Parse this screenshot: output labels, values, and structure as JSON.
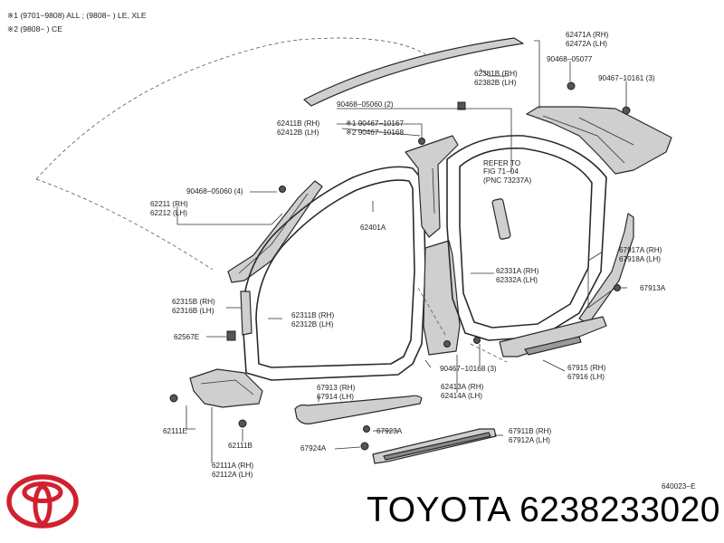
{
  "notes": {
    "line1": "※1  (9701−9808) ALL ;  (9808−       ) LE, XLE",
    "line2": "※2   (9808−       ) CE"
  },
  "labels": {
    "l62471": "62471A (RH)",
    "l62472": "62472A (LH)",
    "l62381": "62381B (RH)",
    "l62382": "62382B (LH)",
    "l90468_077": "90468−05077",
    "l90467_161": "90467−10161 (3)",
    "l90468_060_2": "90468−05060 (2)",
    "l62411": "62411B (RH)",
    "l62412": "62412B (LH)",
    "l90467_167": "※1  90467−10167",
    "l90467_168a": "※2  90467−10168",
    "l_refer1": "REFER TO",
    "l_refer2": "FIG 71−04",
    "l_refer3": "(PNC 73237A)",
    "l90468_060_4": "90468−05060 (4)",
    "l62211": "62211 (RH)",
    "l62212": "62212 (LH)",
    "l62401": "62401A",
    "l67917": "67917A (RH)",
    "l67918": "67918A (LH)",
    "l62331": "62331A (RH)",
    "l62332": "62332A (LH)",
    "l67913A": "67913A",
    "l62315": "62315B (RH)",
    "l62316": "62316B (LH)",
    "l62311": "62311B (RH)",
    "l62312": "62312B (LH)",
    "l62567": "62567E",
    "l90467_168b": "90467−10168 (3)",
    "l67915": "67915 (RH)",
    "l67916": "67916 (LH)",
    "l67913": "67913 (RH)",
    "l67914": "67914 (LH)",
    "l62413": "62413A (RH)",
    "l62414": "62414A (LH)",
    "l62111E": "62111E",
    "l62111B": "62111B",
    "l67923": "67923A",
    "l67911": "67911B (RH)",
    "l67912": "67912A (LH)",
    "l67924": "67924A",
    "l62111A": "62111A (RH)",
    "l62112A": "62112A (LH)",
    "l_fig": "640023−E"
  },
  "footer": {
    "title": "TOYOTA 6238233020"
  },
  "colors": {
    "line": "#333333",
    "part_fill": "#cfcfcf",
    "logo_red": "#d1202f"
  }
}
